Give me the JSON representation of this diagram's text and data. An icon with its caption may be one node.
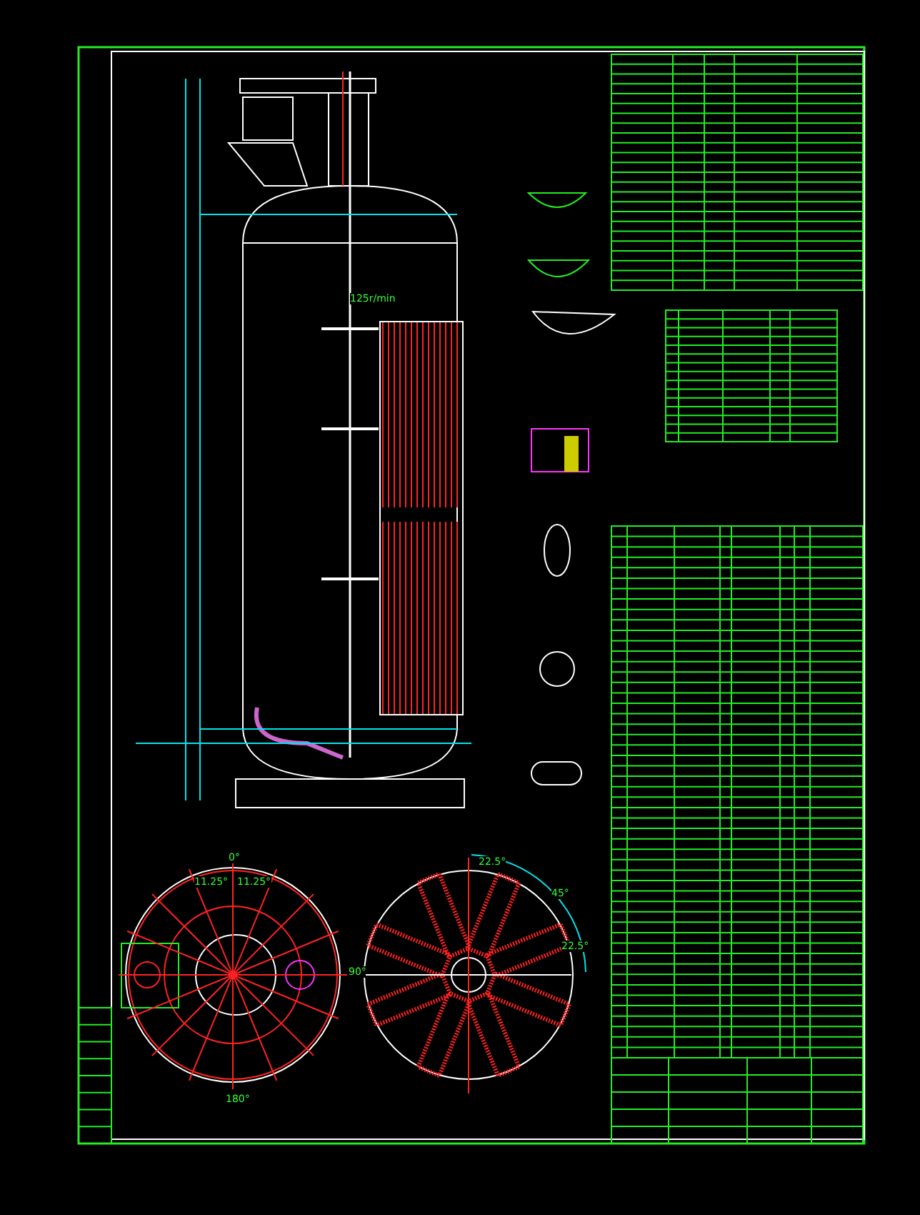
{
  "diagram": {
    "labels": [
      "125r/min",
      "0°",
      "11.25°",
      "11.25°",
      "90°",
      "180°",
      "22.5°",
      "45°",
      "22.5°"
    ]
  }
}
